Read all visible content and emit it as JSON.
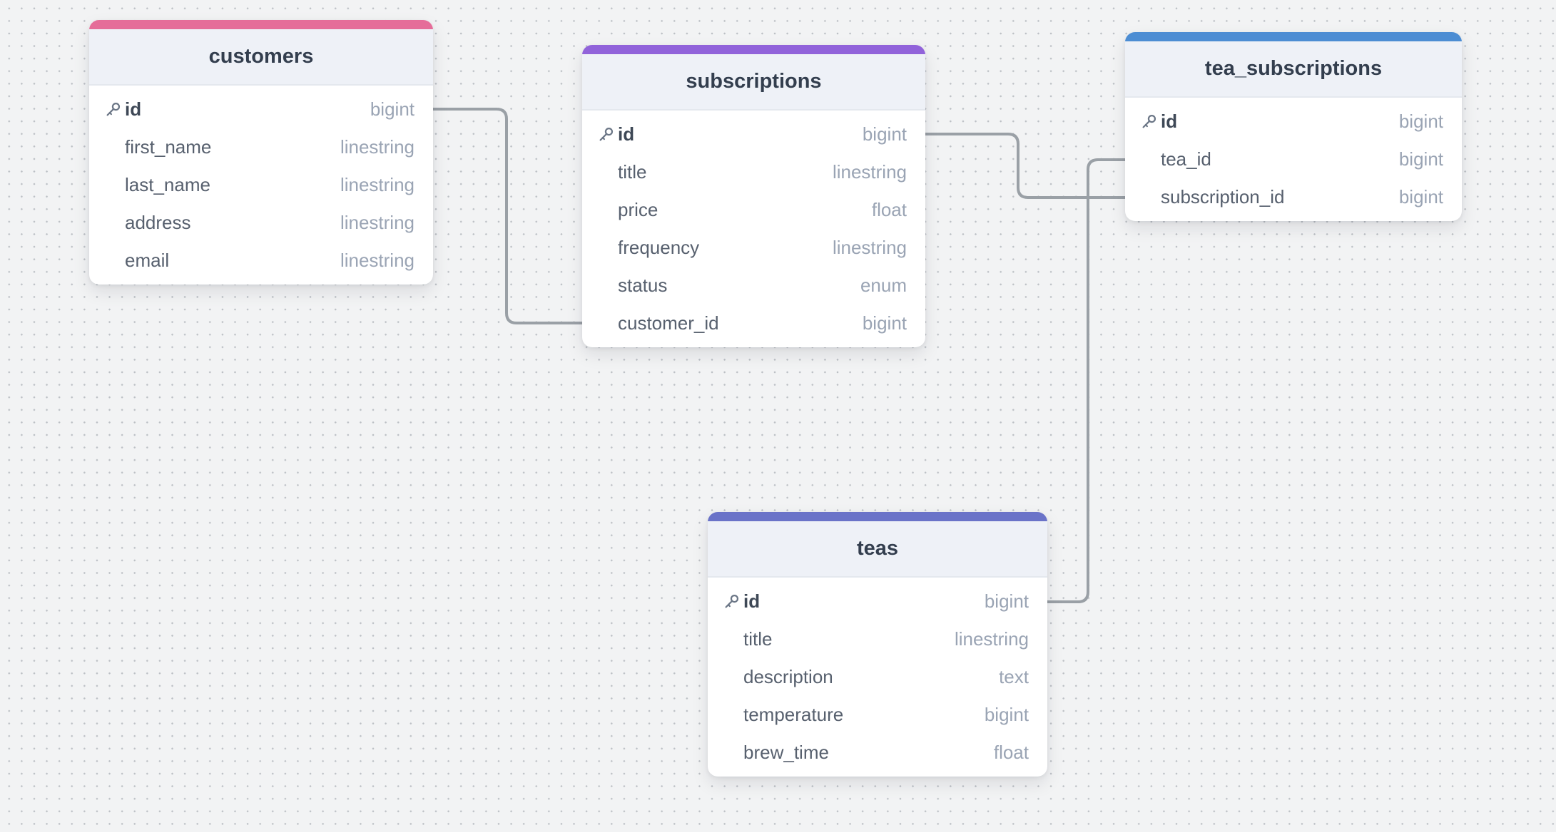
{
  "canvas": {
    "background_color": "#f2f3f4",
    "dot_color": "#bcc0c5",
    "connector_color": "#9aa0a6"
  },
  "tables": [
    {
      "name": "customers",
      "accent_color": "#e56d99",
      "fields": [
        {
          "name": "id",
          "type": "bigint",
          "primary_key": true
        },
        {
          "name": "first_name",
          "type": "linestring",
          "primary_key": false
        },
        {
          "name": "last_name",
          "type": "linestring",
          "primary_key": false
        },
        {
          "name": "address",
          "type": "linestring",
          "primary_key": false
        },
        {
          "name": "email",
          "type": "linestring",
          "primary_key": false
        }
      ]
    },
    {
      "name": "subscriptions",
      "accent_color": "#9163da",
      "fields": [
        {
          "name": "id",
          "type": "bigint",
          "primary_key": true
        },
        {
          "name": "title",
          "type": "linestring",
          "primary_key": false
        },
        {
          "name": "price",
          "type": "float",
          "primary_key": false
        },
        {
          "name": "frequency",
          "type": "linestring",
          "primary_key": false
        },
        {
          "name": "status",
          "type": "enum",
          "primary_key": false
        },
        {
          "name": "customer_id",
          "type": "bigint",
          "primary_key": false
        }
      ]
    },
    {
      "name": "tea_subscriptions",
      "accent_color": "#4c8dd3",
      "fields": [
        {
          "name": "id",
          "type": "bigint",
          "primary_key": true
        },
        {
          "name": "tea_id",
          "type": "bigint",
          "primary_key": false
        },
        {
          "name": "subscription_id",
          "type": "bigint",
          "primary_key": false
        }
      ]
    },
    {
      "name": "teas",
      "accent_color": "#6a73c8",
      "fields": [
        {
          "name": "id",
          "type": "bigint",
          "primary_key": true
        },
        {
          "name": "title",
          "type": "linestring",
          "primary_key": false
        },
        {
          "name": "description",
          "type": "text",
          "primary_key": false
        },
        {
          "name": "temperature",
          "type": "bigint",
          "primary_key": false
        },
        {
          "name": "brew_time",
          "type": "float",
          "primary_key": false
        }
      ]
    }
  ],
  "relationships": [
    {
      "from": "customers.id",
      "to": "subscriptions.customer_id"
    },
    {
      "from": "subscriptions.id",
      "to": "tea_subscriptions.subscription_id"
    },
    {
      "from": "teas.id",
      "to": "tea_subscriptions.tea_id"
    }
  ]
}
